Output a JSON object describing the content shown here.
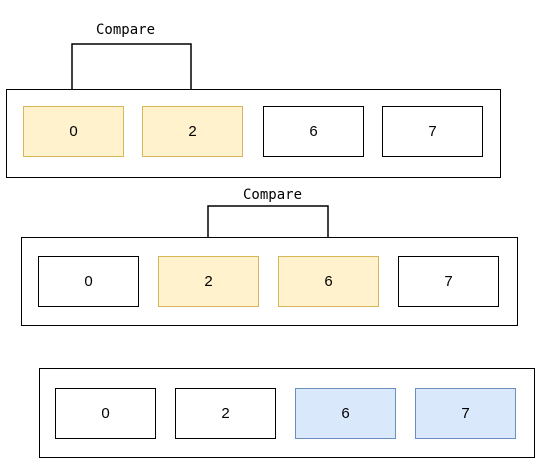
{
  "compare_labels": [
    "Compare",
    "Compare"
  ],
  "rows": [
    {
      "cells": [
        "0",
        "2",
        "6",
        "7"
      ],
      "states": [
        "compare",
        "compare",
        "plain",
        "plain"
      ]
    },
    {
      "cells": [
        "0",
        "2",
        "6",
        "7"
      ],
      "states": [
        "plain",
        "compare",
        "compare",
        "plain"
      ]
    },
    {
      "cells": [
        "0",
        "2",
        "6",
        "7"
      ],
      "states": [
        "plain",
        "plain",
        "done",
        "done"
      ]
    }
  ],
  "colors": {
    "compare_fill": "#fff2cc",
    "compare_stroke": "#d6b656",
    "done_fill": "#dae8fc",
    "done_stroke": "#6c8ebf",
    "line": "#000000"
  }
}
